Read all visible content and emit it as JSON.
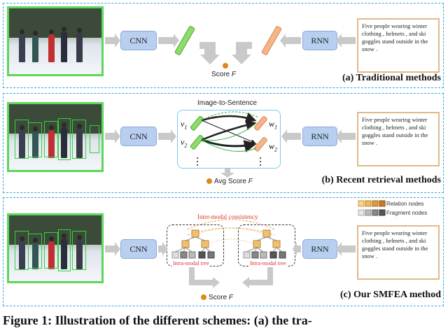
{
  "panels": [
    {
      "title": "(a) Traditional methods",
      "cnn": "CNN",
      "rnn": "RNN",
      "score": "Score",
      "score_var": "F",
      "sentence": "Five people wearing winter clothing , helmets , and ski goggles stand outside in the snow ."
    },
    {
      "title": "(b) Recent retrieval methods",
      "cnn": "CNN",
      "rnn": "RNN",
      "score": "Avg Score",
      "score_var": "F",
      "sentence": "Five people wearing winter clothing , helmets , and ski goggles stand outside in the snow .",
      "matching_title": "Image-to-Sentence",
      "v1": "v1",
      "v2": "v2",
      "w1": "w1",
      "w2": "w2"
    },
    {
      "title": "(c) Our SMFEA method",
      "cnn": "CNN",
      "rnn": "RNN",
      "score": "Score",
      "score_var": "F",
      "sentence": "Five people wearing winter clothing , helmets , and ski goggles stand outside in the snow .",
      "inter_modal": "Inter-modal consistency",
      "intra_left": "Intra-modal tree",
      "intra_right": "Intra-modal tree",
      "legend_relation": "Relation nodes",
      "legend_fragment": "Fragment nodes"
    }
  ],
  "caption": "Figure 1: Illustration of the different schemes: (a) the tra-",
  "colors": {
    "border": "#33a8e0",
    "green": "#5cd65c",
    "orange": "#f0a070",
    "cnn_bg": "#b8cff0",
    "score_dot": "#d98a1a",
    "red_text": "#e03030"
  }
}
